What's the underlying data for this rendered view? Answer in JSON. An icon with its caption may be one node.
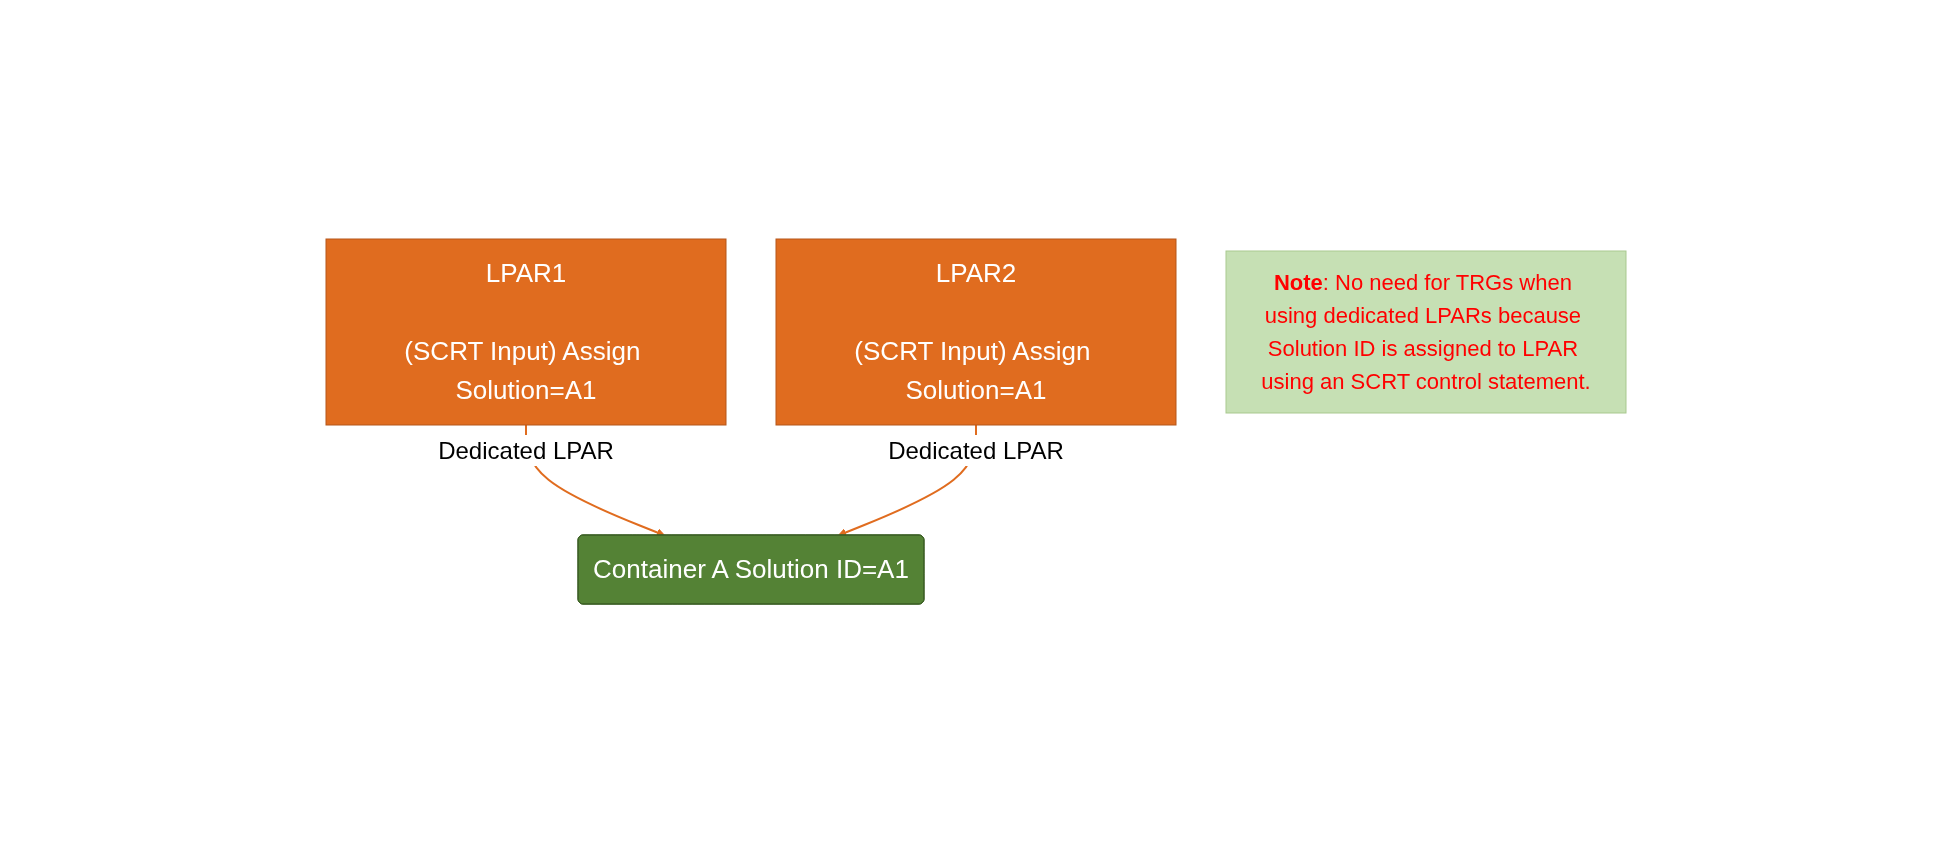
{
  "diagram": {
    "nodes": [
      {
        "text": [
          "LPAR1",
          "(SCRT Input) Assign Solution=A1"
        ],
        "beside": [
          "Dedicated LPAR"
        ]
      },
      {
        "text": [
          "Container A Solution ID=A1"
        ]
      },
      {
        "text": [
          "LPAR2",
          "(SCRT Input) Assign Solution=A1"
        ],
        "beside": [
          "Dedicated LPAR"
        ]
      },
      {
        "text": [
          "**Note**: No need for TRGs when using dedicated LPARs because Solution ID is assigned to LPAR using an SCRT control statement."
        ]
      }
    ],
    "edges": [
      {
        "from": 0,
        "to": 1,
        "arrow": "to"
      },
      {
        "from": 2,
        "to": 1,
        "arrow": "to"
      }
    ]
  }
}
